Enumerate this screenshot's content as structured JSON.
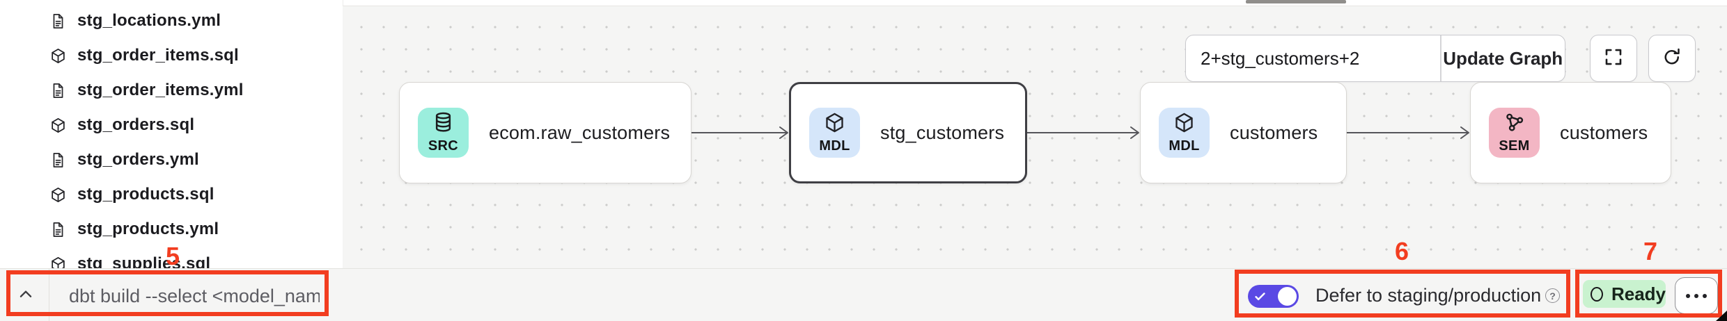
{
  "colors": {
    "annotation": "#F23D20",
    "badge_src": "#9BEEDD",
    "badge_mdl": "#D5E6FA",
    "badge_sem": "#F3B6C4",
    "toggle_on": "#5A49E4",
    "ready_bg": "#C9F2CF",
    "canvas_bg": "#F5F5F4"
  },
  "sidebar": {
    "files": [
      {
        "name": "stg_locations.yml",
        "icon": "file-icon"
      },
      {
        "name": "stg_order_items.sql",
        "icon": "model-cube-icon"
      },
      {
        "name": "stg_order_items.yml",
        "icon": "file-icon"
      },
      {
        "name": "stg_orders.sql",
        "icon": "model-cube-icon"
      },
      {
        "name": "stg_orders.yml",
        "icon": "file-icon"
      },
      {
        "name": "stg_products.sql",
        "icon": "model-cube-icon"
      },
      {
        "name": "stg_products.yml",
        "icon": "file-icon"
      },
      {
        "name": "stg_supplies.sql",
        "icon": "model-cube-icon"
      }
    ]
  },
  "graph": {
    "selector": {
      "value": "2+stg_customers+2"
    },
    "update_button": "Update Graph",
    "nodes": [
      {
        "badge": "SRC",
        "label": "ecom.raw_customers",
        "icon": "database-icon",
        "selected": false
      },
      {
        "badge": "MDL",
        "label": "stg_customers",
        "icon": "model-cube-icon",
        "selected": true
      },
      {
        "badge": "MDL",
        "label": "customers",
        "icon": "model-cube-icon",
        "selected": false
      },
      {
        "badge": "SEM",
        "label": "customers",
        "icon": "semantic-layer-icon",
        "selected": false
      }
    ]
  },
  "bottom_bar": {
    "command_placeholder": "dbt build --select <model_name>",
    "defer": {
      "label": "Defer to staging/production",
      "enabled": true
    },
    "status": {
      "label": "Ready"
    }
  },
  "annotations": [
    {
      "number": "5"
    },
    {
      "number": "6"
    },
    {
      "number": "7"
    }
  ]
}
